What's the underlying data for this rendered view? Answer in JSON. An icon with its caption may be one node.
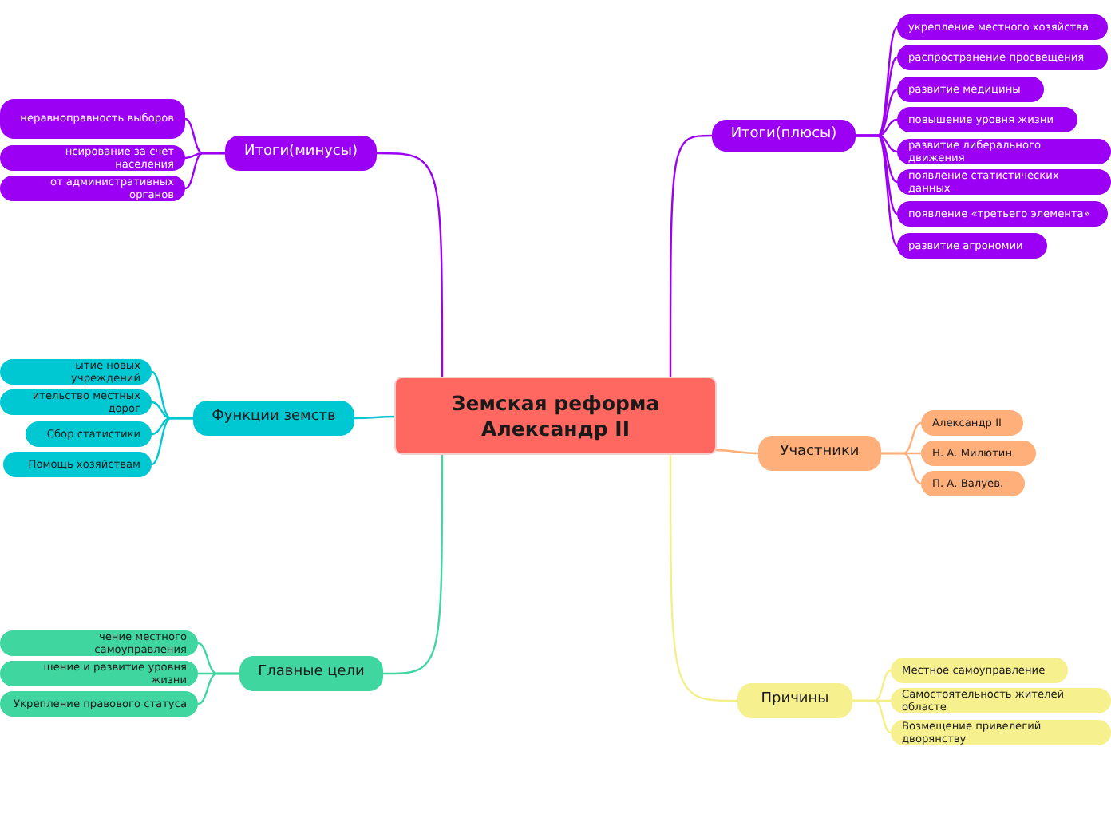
{
  "diagram": {
    "nodes": [
      {
        "text": [
          "Земская реформа Александр II"
        ]
      },
      {
        "text": [
          "Итоги(минусы)"
        ]
      },
      {
        "text": [
          "неравноправность выборов"
        ]
      },
      {
        "text": [
          "нсирование за счет населения"
        ]
      },
      {
        "text": [
          "от административных органов"
        ]
      },
      {
        "text": [
          "Итоги(плюсы)"
        ]
      },
      {
        "text": [
          "укрепление местного хозяйства"
        ]
      },
      {
        "text": [
          "распространение просвещения"
        ]
      },
      {
        "text": [
          "развитие медицины"
        ]
      },
      {
        "text": [
          "повышение уровня жизни"
        ]
      },
      {
        "text": [
          "развитие либерального движения"
        ]
      },
      {
        "text": [
          "появление статистических данных"
        ]
      },
      {
        "text": [
          "появление «третьего элемента»"
        ]
      },
      {
        "text": [
          "развитие агрономии"
        ]
      },
      {
        "text": [
          "Функции земств"
        ]
      },
      {
        "text": [
          "ытие новых учреждений"
        ]
      },
      {
        "text": [
          "ительство местных дорог"
        ]
      },
      {
        "text": [
          "Сбор статистики"
        ]
      },
      {
        "text": [
          "Помощь хозяйствам"
        ]
      },
      {
        "text": [
          "Участники"
        ]
      },
      {
        "text": [
          "Александр II"
        ]
      },
      {
        "text": [
          "Н. А. Милютин"
        ]
      },
      {
        "text": [
          "П. А. Валуев."
        ]
      },
      {
        "text": [
          "Главные цели"
        ]
      },
      {
        "text": [
          "чение местного самоуправления"
        ]
      },
      {
        "text": [
          "шение и развитие уровня жизни"
        ]
      },
      {
        "text": [
          "Укрепление правового статуса"
        ]
      },
      {
        "text": [
          "Причины"
        ]
      },
      {
        "text": [
          "Местное самоуправление"
        ]
      },
      {
        "text": [
          "Самостоятельность жителей областе"
        ]
      },
      {
        "text": [
          "Возмещение привелегий дворянству"
        ]
      }
    ],
    "edges": [
      {
        "from": 0,
        "to": 1,
        "arrow": "none"
      },
      {
        "from": 1,
        "to": 2,
        "arrow": "none"
      },
      {
        "from": 1,
        "to": 3,
        "arrow": "none"
      },
      {
        "from": 1,
        "to": 4,
        "arrow": "none"
      },
      {
        "from": 0,
        "to": 5,
        "arrow": "none"
      },
      {
        "from": 5,
        "to": 6,
        "arrow": "none"
      },
      {
        "from": 5,
        "to": 7,
        "arrow": "none"
      },
      {
        "from": 5,
        "to": 8,
        "arrow": "none"
      },
      {
        "from": 5,
        "to": 9,
        "arrow": "none"
      },
      {
        "from": 5,
        "to": 10,
        "arrow": "none"
      },
      {
        "from": 5,
        "to": 11,
        "arrow": "none"
      },
      {
        "from": 5,
        "to": 12,
        "arrow": "none"
      },
      {
        "from": 5,
        "to": 13,
        "arrow": "none"
      },
      {
        "from": 0,
        "to": 14,
        "arrow": "none",
        "color": "#00c8d2"
      },
      {
        "from": 14,
        "to": 15,
        "arrow": "none",
        "color": "#00c8d2"
      },
      {
        "from": 14,
        "to": 16,
        "arrow": "none",
        "color": "#00c8d2"
      },
      {
        "from": 14,
        "to": 17,
        "arrow": "none",
        "color": "#00c8d2"
      },
      {
        "from": 14,
        "to": 18,
        "arrow": "none",
        "color": "#00c8d2"
      },
      {
        "from": 0,
        "to": 19,
        "arrow": "none",
        "color": "#ffb07a"
      },
      {
        "from": 19,
        "to": 20,
        "arrow": "none",
        "color": "#ffb07a"
      },
      {
        "from": 19,
        "to": 21,
        "arrow": "none",
        "color": "#ffb07a"
      },
      {
        "from": 19,
        "to": 22,
        "arrow": "none",
        "color": "#ffb07a"
      },
      {
        "from": 0,
        "to": 23,
        "arrow": "none",
        "color": "#3fd6a0"
      },
      {
        "from": 23,
        "to": 24,
        "arrow": "none",
        "color": "#3fd6a0"
      },
      {
        "from": 23,
        "to": 25,
        "arrow": "none",
        "color": "#3fd6a0"
      },
      {
        "from": 23,
        "to": 26,
        "arrow": "none",
        "color": "#3fd6a0"
      },
      {
        "from": 0,
        "to": 27,
        "arrow": "none",
        "color": "#f5ef8a"
      },
      {
        "from": 27,
        "to": 28,
        "arrow": "none",
        "color": "#f5ef8a"
      },
      {
        "from": 27,
        "to": 29,
        "arrow": "none",
        "color": "#f5ef8a"
      },
      {
        "from": 27,
        "to": 30,
        "arrow": "none",
        "color": "#f5ef8a"
      }
    ]
  }
}
